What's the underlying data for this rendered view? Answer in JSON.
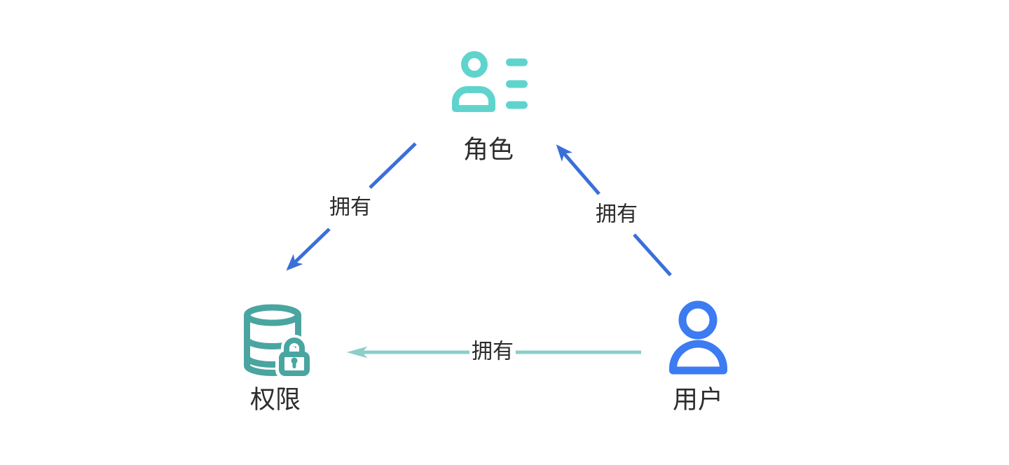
{
  "diagram": {
    "background": "#ffffff",
    "text_color": "#2d2d2d",
    "nodes": [
      {
        "id": "role",
        "label": "角色",
        "icon": "role-member-list-icon",
        "color": "#5fd4cd"
      },
      {
        "id": "permission",
        "label": "权限",
        "icon": "database-lock-icon",
        "color": "#4aa5a0"
      },
      {
        "id": "user",
        "label": "用户",
        "icon": "user-icon",
        "color": "#3c7bf2"
      }
    ],
    "edges": [
      {
        "from": "role",
        "to": "permission",
        "label": "拥有",
        "color": "#3a6fd9"
      },
      {
        "from": "user",
        "to": "role",
        "label": "拥有",
        "color": "#3a6fd9"
      },
      {
        "from": "user",
        "to": "permission",
        "label": "拥有",
        "color": "#8ccec9"
      }
    ]
  }
}
